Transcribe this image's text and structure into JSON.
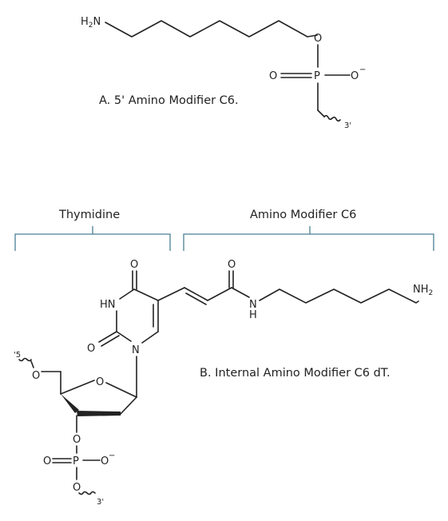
{
  "panel_a": {
    "amine": "H",
    "amine_sub": "2",
    "amine_n": "N",
    "oxygen": "O",
    "phosphorus": "P",
    "oxo": "O",
    "oxy_anion": "O",
    "charge": "−",
    "three_prime": "3'",
    "caption": "A. 5' Amino Modifier C6."
  },
  "panel_b": {
    "thymidine_label": "Thymidine",
    "modifier_label": "Amino Modifier C6",
    "five_prime": "'5",
    "o_5prime": "O",
    "ring_oxygen": "O",
    "o_3prime": "O",
    "phosphorus": "P",
    "oxo": "O",
    "oxy_anion": "O",
    "charge": "−",
    "o_lower": "O",
    "three_prime": "3'",
    "hn": "HN",
    "n1": "N",
    "o_c4": "O",
    "o_c2": "O",
    "o_amide": "O",
    "amide_n": "N",
    "amide_h": "H",
    "nh2": "NH",
    "nh2_sub": "2",
    "caption": "B. Internal Amino Modifier C6 dT."
  }
}
